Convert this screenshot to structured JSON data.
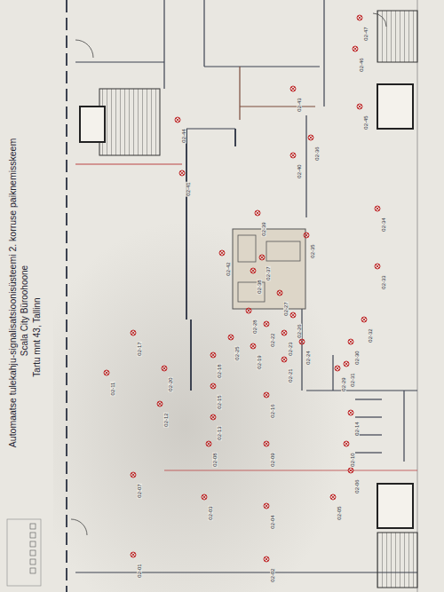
{
  "diagram": {
    "title": "Automaatse tulekahju-signalisatsioonisüsteemi 2. korruse paiknemisskeem",
    "labels": [
      "Scala City Büroohoone",
      "Tartu mnt 43, Tallinn",
      "02-01",
      "02-02",
      "02-03",
      "02-04",
      "02-05",
      "02-06",
      "02-07",
      "02-08",
      "02-09",
      "02-10",
      "02-11",
      "02-12",
      "02-13",
      "02-14",
      "02-15",
      "02-16",
      "02-17",
      "02-18",
      "02-19",
      "02-20",
      "02-21",
      "02-22",
      "02-23",
      "02-24",
      "02-25",
      "02-26",
      "02-27",
      "02-28",
      "02-29",
      "02-30",
      "02-31",
      "02-32",
      "02-33",
      "02-34",
      "02-35",
      "02-36",
      "02-37",
      "02-38",
      "02-39",
      "02-40",
      "02-41",
      "02-42",
      "02-43",
      "02-44",
      "02-45",
      "02-46",
      "02-47"
    ]
  }
}
